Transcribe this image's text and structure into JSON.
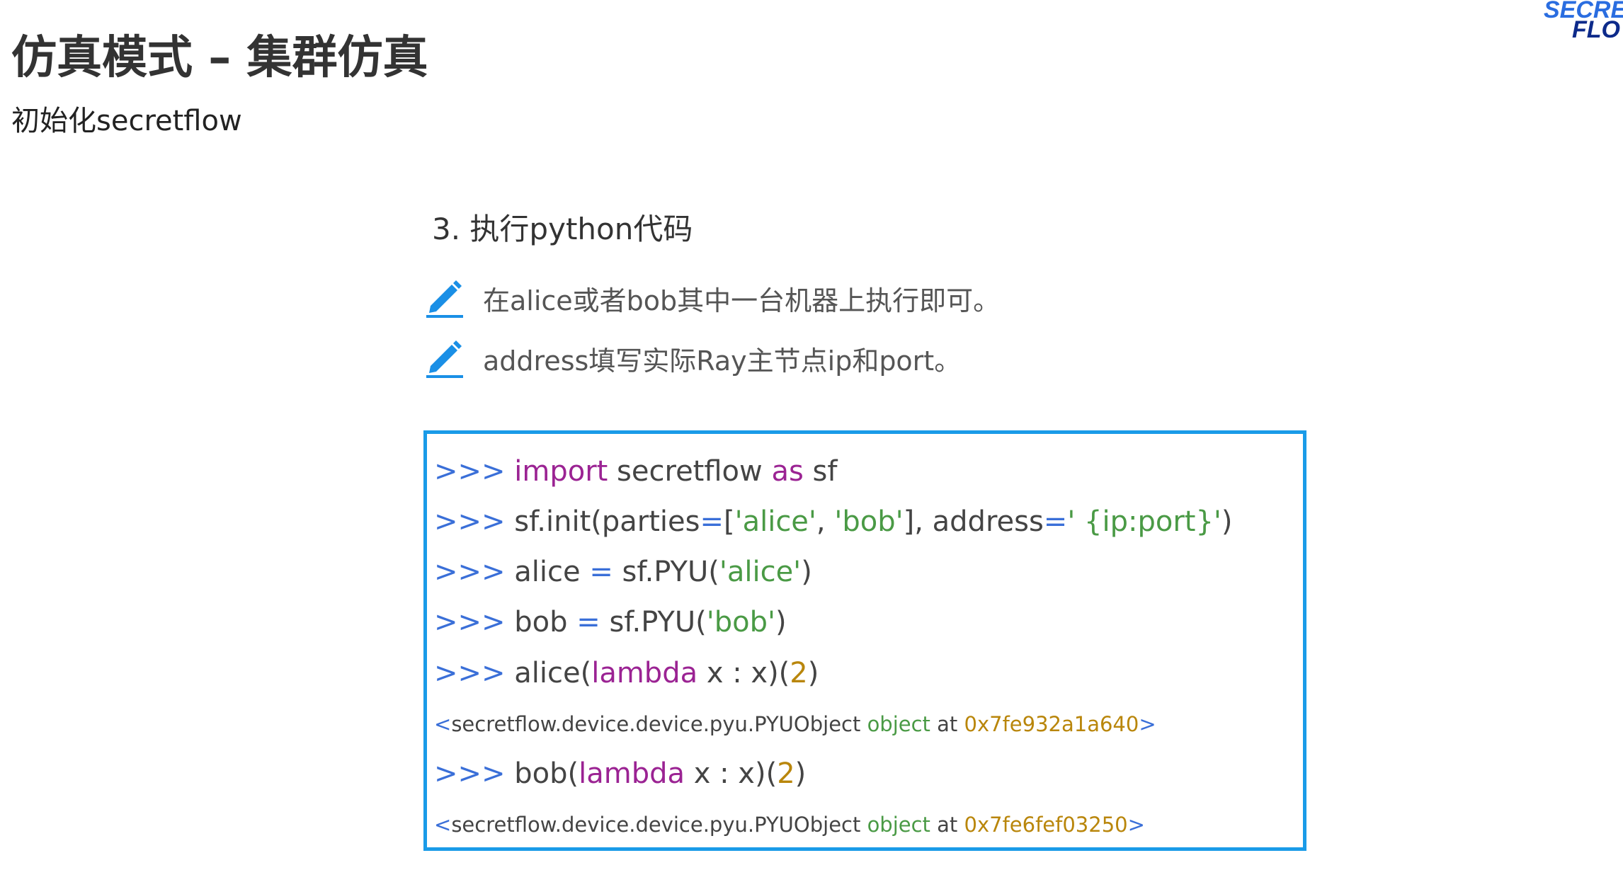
{
  "title": "仿真模式 – 集群仿真",
  "subtitle": "初始化secretflow",
  "logo": "SECRETFLOW",
  "step": "3. 执行python代码",
  "bullets": [
    "在alice或者bob其中一台机器上执行即可。",
    "address填写实际Ray主节点ip和port。"
  ],
  "code": [
    [
      [
        "p",
        ">>> "
      ],
      [
        "k",
        "import"
      ],
      [
        "t",
        " secretflow "
      ],
      [
        "k",
        "as"
      ],
      [
        "t",
        " sf"
      ]
    ],
    [
      [
        "p",
        ">>> "
      ],
      [
        "t",
        "sf.init(parties"
      ],
      [
        "e",
        "="
      ],
      [
        "t",
        "["
      ],
      [
        "s",
        "'alice'"
      ],
      [
        "t",
        ", "
      ],
      [
        "s",
        "'bob'"
      ],
      [
        "t",
        "], address"
      ],
      [
        "e",
        "="
      ],
      [
        "s",
        "' {ip:port}'"
      ],
      [
        "t",
        ")"
      ]
    ],
    [
      [
        "p",
        ">>> "
      ],
      [
        "t",
        "alice "
      ],
      [
        "e",
        "="
      ],
      [
        "t",
        " sf.PYU("
      ],
      [
        "s",
        "'alice'"
      ],
      [
        "t",
        ")"
      ]
    ],
    [
      [
        "p",
        ">>> "
      ],
      [
        "t",
        "bob "
      ],
      [
        "e",
        "="
      ],
      [
        "t",
        " sf.PYU("
      ],
      [
        "s",
        "'bob'"
      ],
      [
        "t",
        ")"
      ]
    ],
    [
      [
        "p",
        ">>> "
      ],
      [
        "t",
        "alice("
      ],
      [
        "k",
        "lambda"
      ],
      [
        "t",
        " x : x)("
      ],
      [
        "n",
        "2"
      ],
      [
        "t",
        ")"
      ]
    ],
    [
      [
        "p",
        "<"
      ],
      [
        "t",
        "secretflow.device.device.pyu.PYUObject "
      ],
      [
        "s",
        "object"
      ],
      [
        "t",
        " at "
      ],
      [
        "n",
        "0x7fe932a1a640"
      ],
      [
        "p",
        ">"
      ]
    ],
    [
      [
        "p",
        ">>> "
      ],
      [
        "t",
        "bob("
      ],
      [
        "k",
        "lambda"
      ],
      [
        "t",
        " x : x)("
      ],
      [
        "n",
        "2"
      ],
      [
        "t",
        ")"
      ]
    ],
    [
      [
        "p",
        "<"
      ],
      [
        "t",
        "secretflow.device.device.pyu.PYUObject "
      ],
      [
        "s",
        "object"
      ],
      [
        "t",
        " at "
      ],
      [
        "n",
        "0x7fe6fef03250"
      ],
      [
        "p",
        ">"
      ]
    ]
  ],
  "colors": {
    "border": "#1a9be8",
    "prompt": "#3a6fd8",
    "keyword": "#9b2393",
    "string": "#4a9a45",
    "number": "#b9860b"
  }
}
